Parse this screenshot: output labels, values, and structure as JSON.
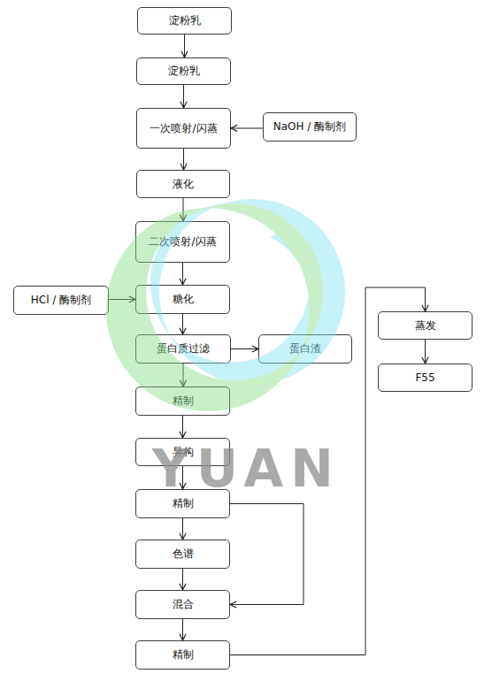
{
  "diagram": {
    "nodes": [
      {
        "text": [
          "淀粉乳"
        ]
      },
      {
        "text": [
          "淀粉乳"
        ]
      },
      {
        "text": [
          "一次喷射/闪蒸"
        ]
      },
      {
        "text": [
          "NaOH / 酶制剂"
        ]
      },
      {
        "text": [
          "液化"
        ]
      },
      {
        "text": [
          "二次喷射/闪蒸"
        ]
      },
      {
        "text": [
          "HCl / 酶制剂"
        ]
      },
      {
        "text": [
          "糖化"
        ]
      },
      {
        "text": [
          "蛋白质过滤"
        ]
      },
      {
        "text": [
          "蛋白渣"
        ]
      },
      {
        "text": [
          "精制"
        ]
      },
      {
        "text": [
          "异构"
        ]
      },
      {
        "text": [
          "精制"
        ]
      },
      {
        "text": [
          "色谱"
        ]
      },
      {
        "text": [
          "混合"
        ]
      },
      {
        "text": [
          "精制"
        ]
      },
      {
        "text": [
          "蒸发"
        ]
      },
      {
        "text": [
          "F55"
        ]
      }
    ],
    "edges": [
      {
        "from": 0,
        "to": 1,
        "arrow": "to"
      },
      {
        "from": 1,
        "to": 2,
        "arrow": "to"
      },
      {
        "from": 3,
        "to": 2,
        "arrow": "to"
      },
      {
        "from": 2,
        "to": 4,
        "arrow": "to"
      },
      {
        "from": 4,
        "to": 5,
        "arrow": "to"
      },
      {
        "from": 5,
        "to": 7,
        "arrow": "to"
      },
      {
        "from": 6,
        "to": 7,
        "arrow": "to"
      },
      {
        "from": 7,
        "to": 8,
        "arrow": "to"
      },
      {
        "from": 8,
        "to": 9,
        "arrow": "to"
      },
      {
        "from": 8,
        "to": 10,
        "arrow": "to"
      },
      {
        "from": 10,
        "to": 11,
        "arrow": "to"
      },
      {
        "from": 11,
        "to": 12,
        "arrow": "to"
      },
      {
        "from": 12,
        "to": 13,
        "arrow": "to"
      },
      {
        "from": 13,
        "to": 14,
        "arrow": "to"
      },
      {
        "from": 12,
        "to": 14,
        "arrow": "to"
      },
      {
        "from": 14,
        "to": 15,
        "arrow": "to"
      },
      {
        "from": 15,
        "to": 16,
        "arrow": "to"
      },
      {
        "from": 16,
        "to": 17,
        "arrow": "to"
      }
    ],
    "labels": [
      "YUAN"
    ]
  }
}
